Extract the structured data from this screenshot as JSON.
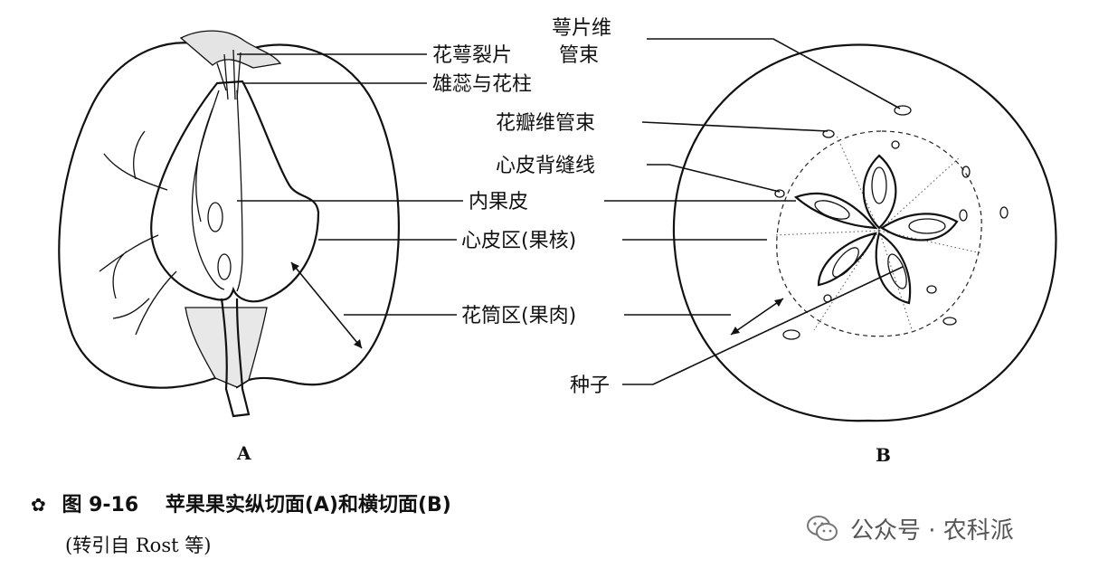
{
  "labels": {
    "sepal_vascular_1": "萼片维",
    "sepal_vascular_2": "管束",
    "sepal_lobe": "花萼裂片",
    "stamen_style": "雄蕊与花柱",
    "petal_vascular": "花瓣维管束",
    "carpel_dorsal_suture": "心皮背缝线",
    "endocarp": "内果皮",
    "carpel_zone": "心皮区(果核)",
    "hypanthium_zone": "花筒区(果肉)",
    "seed": "种子"
  },
  "panels": {
    "a": "A",
    "b": "B"
  },
  "caption": {
    "figure_number": "图 9-16",
    "title": "苹果果实纵切面(A)和横切面(B)",
    "source": "(转引自 Rost 等)"
  },
  "watermark": {
    "text": "公众号 · 农科派"
  }
}
